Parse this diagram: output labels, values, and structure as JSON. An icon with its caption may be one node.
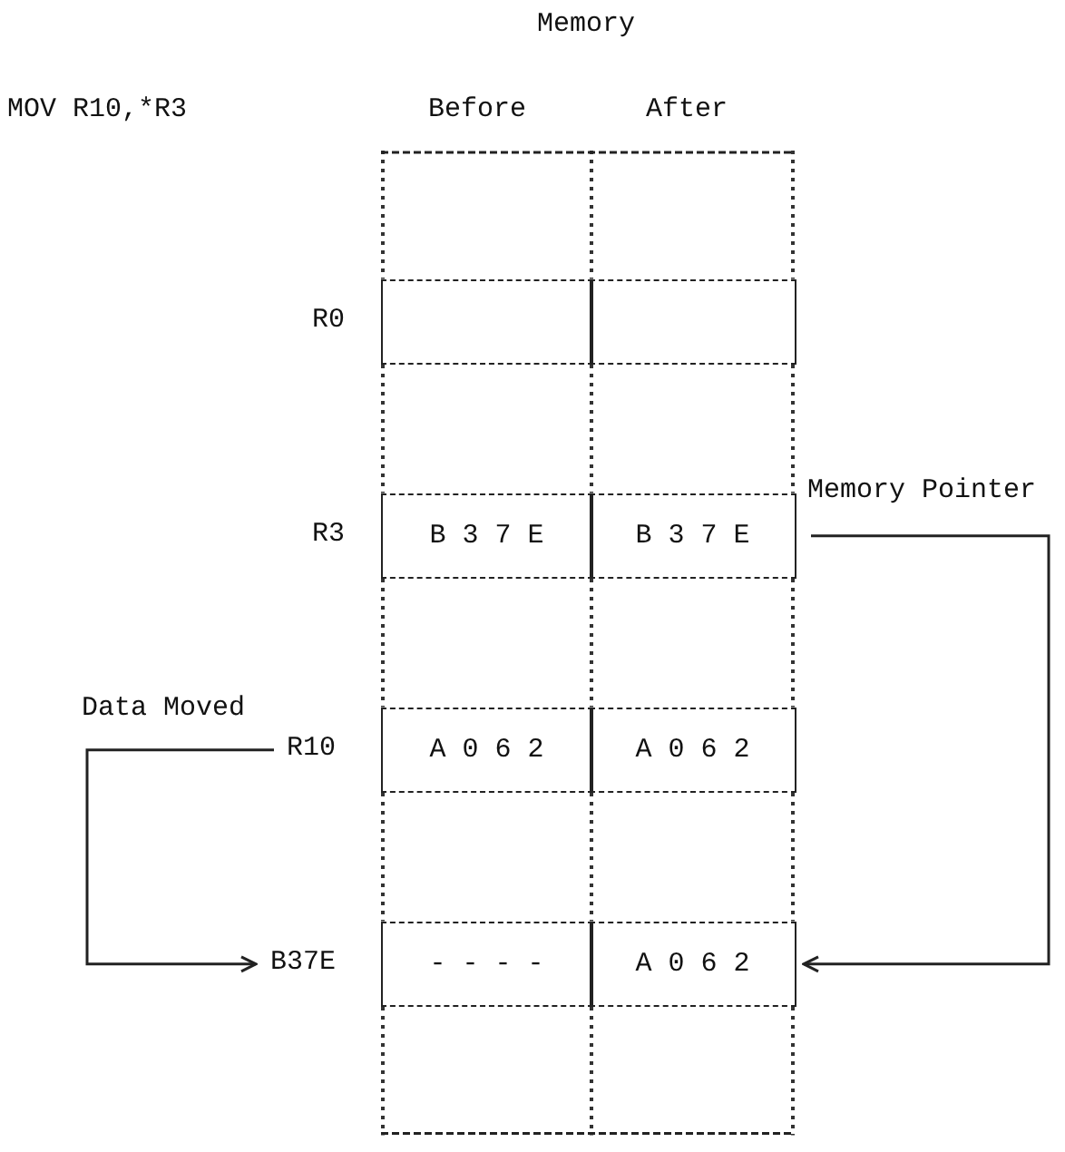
{
  "diagram": {
    "title": "Memory",
    "nodes": [
      {
        "text": [
          "R0"
        ]
      },
      {
        "text": [],
        "shape": "box"
      },
      {
        "text": [],
        "shape": "box"
      },
      {
        "text": [
          "R3"
        ]
      },
      {
        "text": [
          "B 3 7 E"
        ]
      },
      {
        "text": [
          "B 3 7 E"
        ]
      },
      {
        "text": [
          "R10"
        ]
      },
      {
        "text": [
          "A 0 6 2"
        ]
      },
      {
        "text": [
          "A 0 6 2"
        ]
      },
      {
        "text": [
          "B37E"
        ]
      },
      {
        "text": [
          "- - - -"
        ]
      },
      {
        "text": [
          "A 0 6 2"
        ]
      }
    ],
    "edges": [
      {
        "from": 6,
        "to": 9,
        "arrow": "to",
        "label": "Data Moved"
      },
      {
        "from": 5,
        "to": 11,
        "arrow": "to",
        "label": "Memory Pointer"
      }
    ],
    "labels": [
      "MOV R10,*R3",
      "Before",
      "After"
    ]
  }
}
